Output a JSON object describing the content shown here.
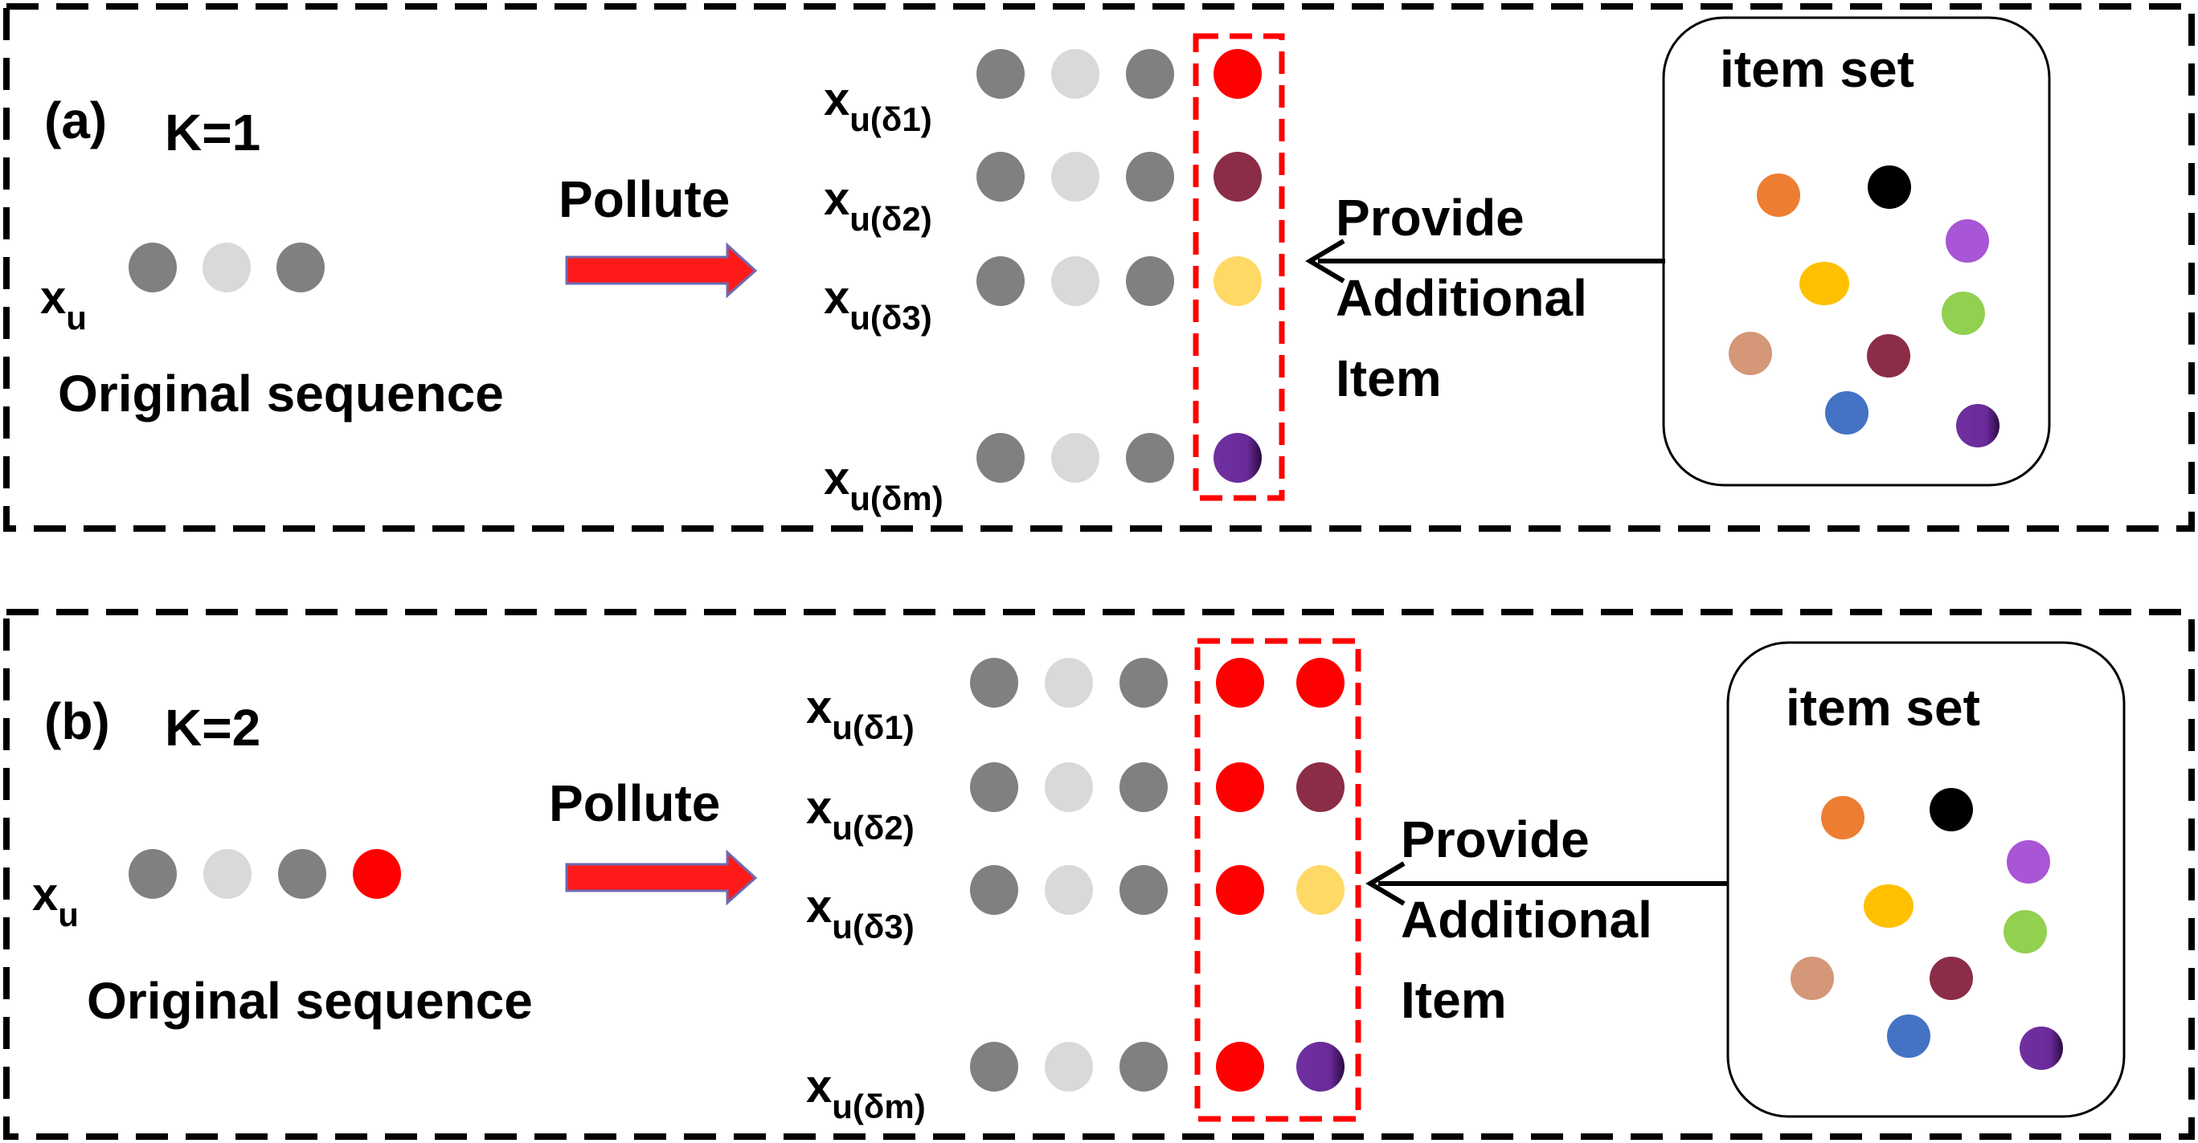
{
  "colors": {
    "dark_gray": "#808080",
    "light_gray": "#d9d9d9",
    "red": "#ff0000",
    "maroon": "#8b2d47",
    "yellow": "#ffd966",
    "purple": "#7030a0",
    "orange": "#ed7d31",
    "black": "#000000",
    "violet": "#a855d6",
    "gold": "#ffc000",
    "green": "#92d050",
    "tan": "#d49778",
    "blue": "#4472c4",
    "arrow_red": "#ff1a1a"
  },
  "panels": [
    {
      "id": "a",
      "tag": "(a)",
      "k_label": "K=1",
      "var_base": "x",
      "var_sub": "u",
      "original_caption": "Original sequence",
      "original_sequence": [
        "dark_gray",
        "light_gray",
        "dark_gray"
      ],
      "pollute_label": "Pollute",
      "polluted_rows": [
        {
          "base": "x",
          "sub": "u(δ1)",
          "extra": [
            "red"
          ]
        },
        {
          "base": "x",
          "sub": "u(δ2)",
          "extra": [
            "maroon"
          ]
        },
        {
          "base": "x",
          "sub": "u(δ3)",
          "extra": [
            "yellow"
          ]
        },
        {
          "base": "x",
          "sub": "u(δm)",
          "extra": [
            "purple"
          ]
        }
      ],
      "provide_lines": [
        "Provide",
        "Additional",
        "Item"
      ],
      "item_set_title": "item set",
      "item_set_colors": [
        "orange",
        "black",
        "violet",
        "gold",
        "green",
        "tan",
        "maroon",
        "blue",
        "purple"
      ]
    },
    {
      "id": "b",
      "tag": "(b)",
      "k_label": "K=2",
      "var_base": "x",
      "var_sub": "u",
      "original_caption": "Original sequence",
      "original_sequence": [
        "dark_gray",
        "light_gray",
        "dark_gray",
        "red"
      ],
      "pollute_label": "Pollute",
      "polluted_rows": [
        {
          "base": "x",
          "sub": "u(δ1)",
          "extra": [
            "red",
            "red"
          ]
        },
        {
          "base": "x",
          "sub": "u(δ2)",
          "extra": [
            "red",
            "maroon"
          ]
        },
        {
          "base": "x",
          "sub": "u(δ3)",
          "extra": [
            "red",
            "yellow"
          ]
        },
        {
          "base": "x",
          "sub": "u(δm)",
          "extra": [
            "red",
            "purple"
          ]
        }
      ],
      "provide_lines": [
        "Provide",
        "Additional",
        "Item"
      ],
      "item_set_title": "item set",
      "item_set_colors": [
        "orange",
        "black",
        "violet",
        "gold",
        "green",
        "tan",
        "maroon",
        "blue",
        "purple"
      ]
    }
  ]
}
